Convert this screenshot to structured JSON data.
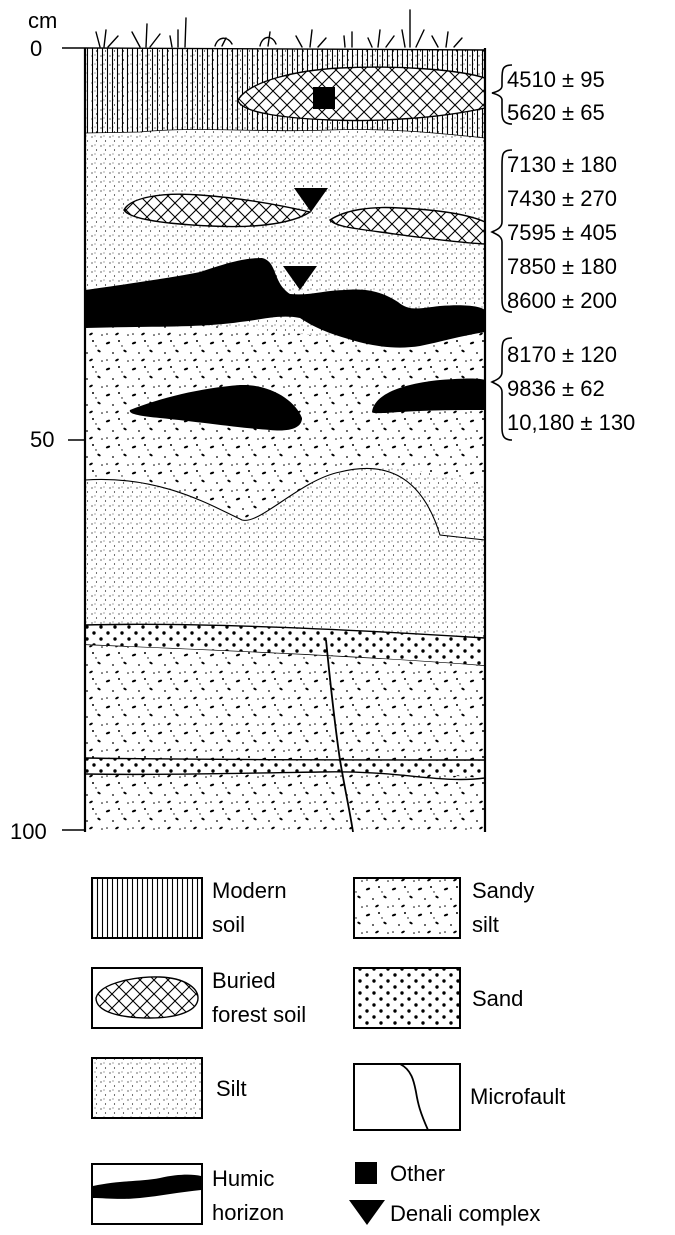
{
  "axis": {
    "unit": "cm",
    "ticks": [
      "0",
      "50",
      "100"
    ]
  },
  "dates": [
    {
      "group": "group-1",
      "labels": [
        "4510 ± 95",
        "5620 ± 65"
      ]
    },
    {
      "group": "group-2",
      "labels": [
        "7130 ± 180",
        "7430 ± 270",
        "7595 ± 405",
        "7850 ± 180",
        "8600 ± 200"
      ]
    },
    {
      "group": "group-3",
      "labels": [
        "8170 ± 120",
        "9836 ± 62",
        "10,180 ± 130"
      ]
    }
  ],
  "legend": {
    "modern_soil": [
      "Modern",
      "soil"
    ],
    "buried_forest_soil": [
      "Buried",
      "forest soil"
    ],
    "silt": "Silt",
    "humic_horizon": [
      "Humic",
      "horizon"
    ],
    "sandy_silt": [
      "Sandy",
      "silt"
    ],
    "sand": "Sand",
    "microfault": "Microfault",
    "other": "Other",
    "denali_complex": "Denali complex"
  },
  "colors": {
    "ink": "#000000",
    "paper": "#ffffff"
  }
}
